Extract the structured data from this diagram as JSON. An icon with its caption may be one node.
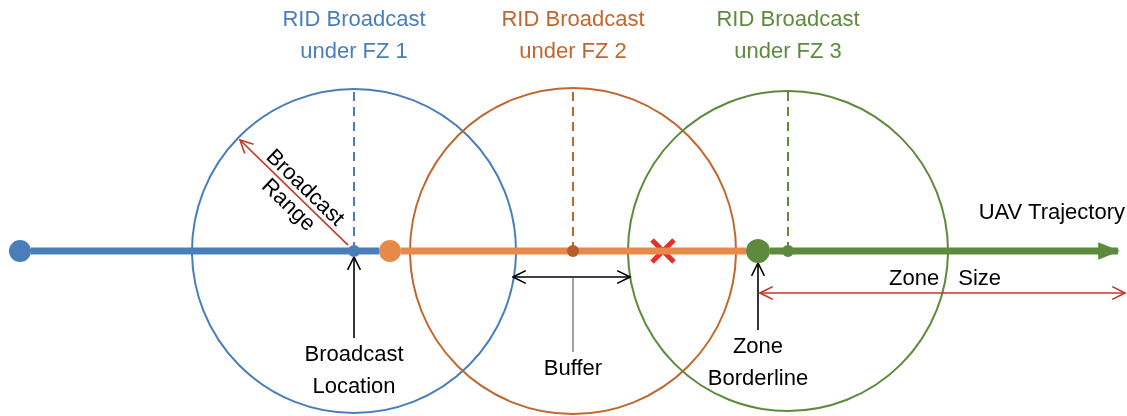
{
  "diagram": {
    "nodes": [
      {
        "text": [],
        "shape": "circle"
      },
      {
        "text": [],
        "shape": "circle"
      },
      {
        "text": [],
        "shape": "circle"
      },
      {
        "text": [],
        "shape": "circle"
      },
      {
        "text": [],
        "shape": "circle"
      },
      {
        "text": [],
        "shape": "circle"
      },
      {
        "text": [
          "Broadcast Location"
        ]
      },
      {
        "text": [
          "Zone Borderline"
        ]
      },
      {
        "text": [
          "Buffer"
        ]
      }
    ],
    "edges": [
      {
        "from": 0,
        "to": 2,
        "arrow": "none",
        "style": "thick",
        "color": "#4a7ebb"
      },
      {
        "from": 2,
        "to": 4,
        "arrow": "none",
        "style": "thick",
        "color": "#e8894a"
      },
      {
        "from": 4,
        "to": null,
        "arrow": "to",
        "style": "thick",
        "color": "#5e8a3e"
      },
      {
        "from": 6,
        "to": 1,
        "arrow": "to"
      },
      {
        "from": 7,
        "to": 4,
        "arrow": "to"
      },
      {
        "from": 8,
        "to": null,
        "arrow": "none",
        "color": "#8c8c8c"
      },
      {
        "from": 1,
        "to": null,
        "arrow": "to",
        "color": "#c0392b"
      }
    ],
    "labels": [
      "RID Broadcast under FZ 1",
      "RID Broadcast under FZ 2",
      "RID Broadcast under FZ 3",
      "Broadcast Range",
      "UAV Trajectory",
      "Zone Size"
    ]
  }
}
